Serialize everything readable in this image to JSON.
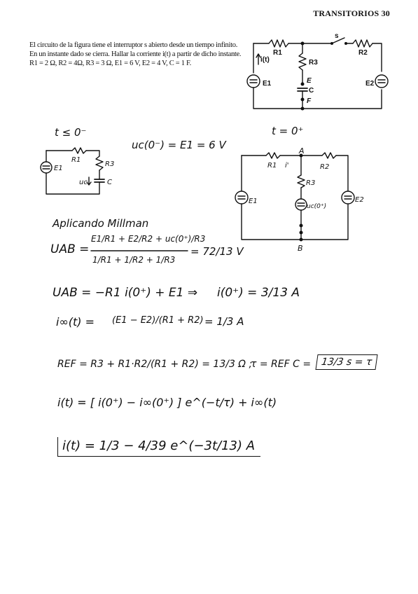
{
  "header": {
    "title": "TRANSITORIOS 30"
  },
  "problem": {
    "statement": "El circuito de la figura tiene el interruptor s abierto desde un tiempo infinito. En un instante dado se cierra. Hallar la corriente i(t) a partir de dicho instante.",
    "values": "R1 = 2 Ω, R2 = 4Ω, R3 = 3 Ω, E1 = 6 V, E2 = 4 V, C = 1 F."
  },
  "schematic_main": {
    "labels": {
      "r1": "R1",
      "r2": "R2",
      "r3": "R3",
      "switch": "s",
      "current": "i(t)",
      "e1": "E1",
      "e2": "E2",
      "e": "E",
      "c": "C",
      "f": "F"
    }
  },
  "solution": {
    "cond_neg": "t ≤ 0⁻",
    "cond_pos": "t = 0⁺",
    "uc_initial": "uc(0⁻) = E1 = 6 V",
    "left_circuit_labels": {
      "e1": "E1",
      "r1": "R1",
      "r3": "R3",
      "uc": "uc",
      "c": "C"
    },
    "right_circuit_labels": {
      "a": "A",
      "b": "B",
      "r1": "R1",
      "i": "i'",
      "r2": "R2",
      "r3": "R3",
      "e1": "E1",
      "e2": "E2",
      "uc": "uc(0⁺)"
    },
    "millman_title": "Aplicando Millman",
    "uab_lhs": "UAB =",
    "uab_num": "E1/R1 + E2/R2 + uc(0⁺)/R3",
    "uab_den": "1/R1 + 1/R2 + 1/R3",
    "uab_result": "= 72/13 V",
    "uab_eq2_left": "UAB = −R1 i(0⁺) + E1 ⇒",
    "uab_eq2_right": "i(0⁺) = 3/13 A",
    "iinf_left": "i∞(t) =",
    "iinf_frac": "(E1 − E2)/(R1 + R2)",
    "iinf_result": "= 1/3 A",
    "ref_left": "REF = R3 + R1·R2/(R1 + R2) = 13/3 Ω ;",
    "tau_text": "τ = REF C =",
    "tau_box": "13/3 s = τ",
    "general_eq": "i(t) = [ i(0⁺) − i∞(0⁺) ] e^(−t/τ) + i∞(t)",
    "final_eq": "i(t) = 1/3 − 4/39 e^(−3t/13) A"
  }
}
